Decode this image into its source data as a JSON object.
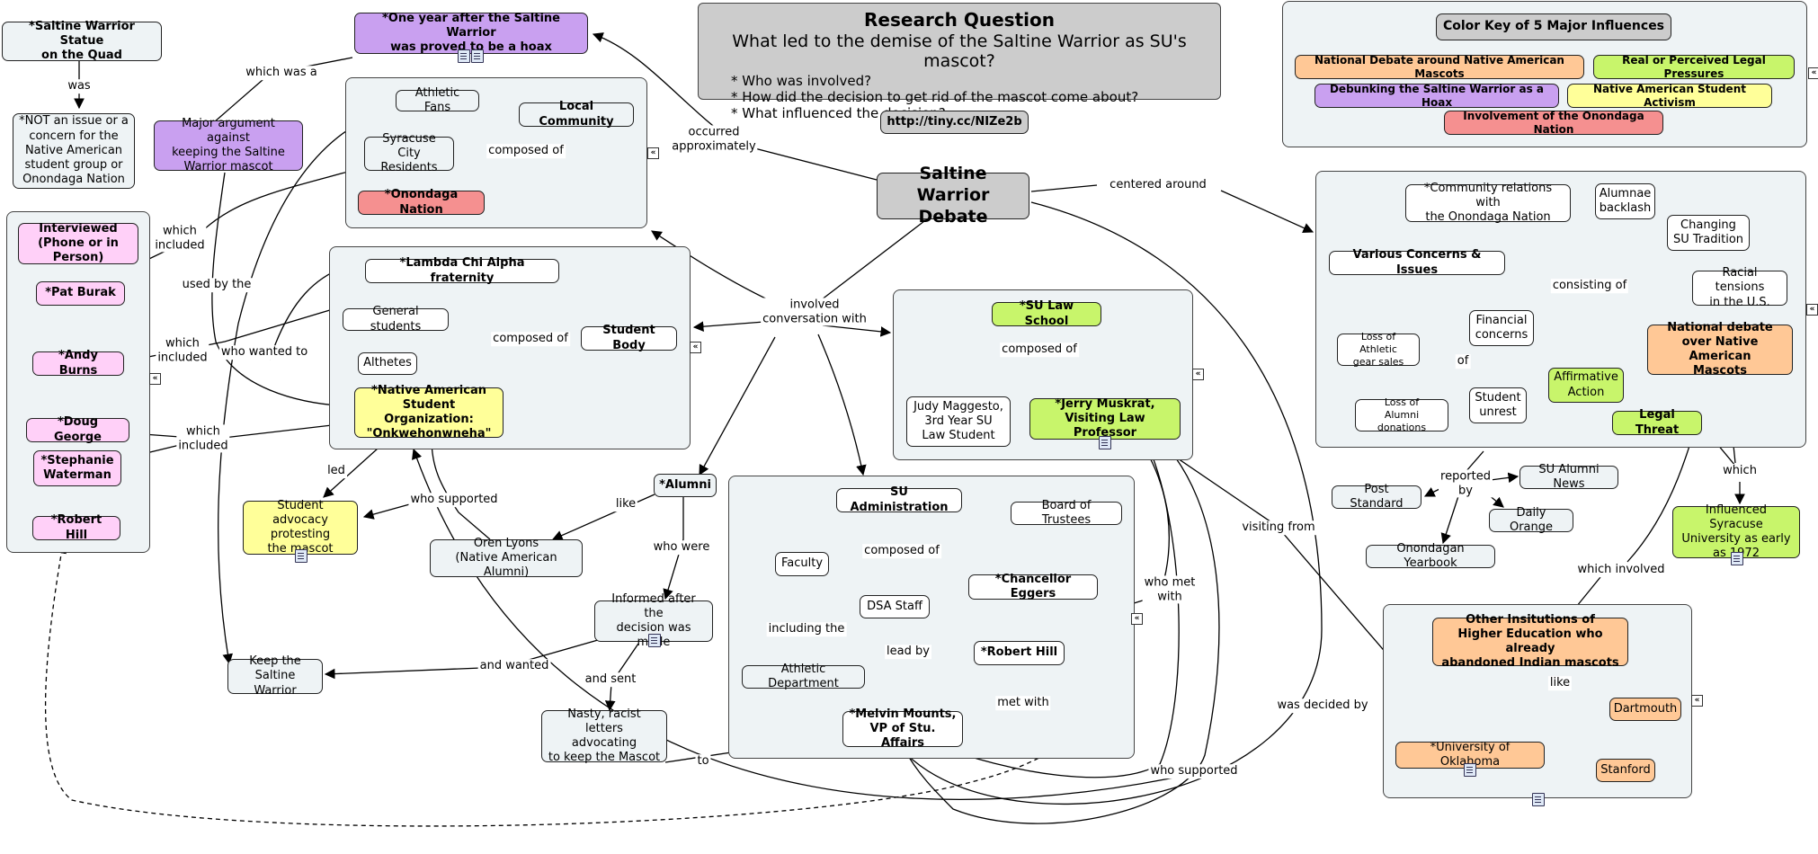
{
  "research_question": {
    "title": "Research Question",
    "question": "What led to the demise of the Saltine Warrior as SU's mascot?",
    "sub_questions": [
      "Who was involved?",
      "How did the decision to get rid of the mascot come about?",
      "What influenced the decision?"
    ]
  },
  "url": "http://tiny.cc/NIZe2b",
  "color_key": {
    "title": "Color Key of 5 Major Influences",
    "items": {
      "native_debate": "National Debate around Native American Mascots",
      "legal": "Real or Perceived Legal Pressures",
      "hoax": "Debunking the Saltine Warrior as a Hoax",
      "activism": "Native American Student Activism",
      "onondaga": "Involvement of the Onondaga Nation"
    },
    "colors": {
      "purple": "#c9a0f0",
      "yellow": "#ffff99",
      "green": "#c8f56b",
      "orange": "#ffc896",
      "red": "#f59090",
      "pink": "#ffd0f8"
    }
  },
  "nodes": {
    "central": "Saltine Warrior\nDebate",
    "statue": "*Saltine Warrior Statue\non the Quad",
    "not_issue": "*NOT an issue or a\nconcern for the\nNative American\nstudent group or\nOnondaga Nation",
    "hoax": "*One year after the Saltine Warrior\nwas proved to be a hoax",
    "major_arg": "Major argument against\nkeeping the Saltine\nWarrior mascot",
    "athletic_fans": "Athletic Fans",
    "local_community": "Local Community",
    "syracuse_residents": "Syracuse City\nResidents",
    "onondaga_nation": "*Onondaga Nation",
    "interviewed": "Interviewed\n(Phone or in Person)",
    "pat_burak": "*Pat Burak",
    "andy_burns": "*Andy Burns",
    "doug_george": "*Doug George",
    "stephanie": "*Stephanie\nWaterman",
    "robert_hill_left": "*Robert Hill",
    "lambda": "*Lambda Chi Alpha fraternity",
    "general_students": "General students",
    "student_body": "Student Body",
    "athletes": "Althetes",
    "naso": "*Native American\nStudent Organization:\n\"Onkwehonwneha\"",
    "advocacy": "Student advocacy\nprotesting\nthe mascot",
    "oren_lyons": "Oren Lyons\n(Native American Alumni)",
    "alumni": "*Alumni",
    "informed": "Informed after the\ndecision was made",
    "keep": "Keep the\nSaltine Warrior",
    "letters": "Nasty, racist letters\nadvocating\nto keep the Mascot",
    "su_law": "*SU Law School",
    "judy": "Judy Maggesto,\n3rd Year SU\nLaw Student",
    "jerry": "*Jerry Muskrat,\nVisiting Law Professor",
    "su_admin": "SU Administration",
    "board": "Board of Trustees",
    "faculty": "Faculty",
    "chancellor": "*Chancellor Eggers",
    "dsa": "DSA Staff",
    "robert_hill": "*Robert Hill",
    "athletic_dept": "Athletic Department",
    "melvin": "*Melvin Mounts,\nVP of Stu. Affairs",
    "various": "Various Concerns & Issues",
    "community_rel": "*Community relations with\nthe Onondaga Nation",
    "alumnae": "Alumnae\nbacklash",
    "tradition": "Changing\nSU Tradition",
    "racial": "Racial tensions\nin the U.S.",
    "financial": "Financial\nconcerns",
    "athletic_gear": "Loss of Athletic\ngear sales",
    "alumni_donations": "Loss of\nAlumni donations",
    "student_unrest": "Student\nunrest",
    "affirmative": "Affirmative\nAction",
    "national_debate": "National debate\nover Native American\nMascots",
    "legal_threat": "Legal Threat",
    "influenced": "Influenced Syracuse\nUniversity as early\nas 1972",
    "post_standard": "Post Standard",
    "alumni_news": "SU Alumni News",
    "daily_orange": "Daily Orange",
    "yearbook": "Onondagan Yearbook",
    "other_inst": "Other Insitutions of\nHigher Education who already\nabandoned Indian mascots",
    "dartmouth": "Dartmouth",
    "oklahoma": "*University of Oklahoma",
    "stanford": "Stanford"
  },
  "links": {
    "was": "was",
    "which_was_a": "which was a",
    "occurred": "occurred\napproximately",
    "composed_of_lc": "composed of",
    "which_included_1": "which\nincluded",
    "used_by": "used by the",
    "which_included_2": "which\nincluded",
    "who_wanted": "who wanted to",
    "composed_of_sb": "composed of",
    "which_included_3": "which\nincluded",
    "led": "led",
    "who_supported_1": "who supported",
    "involved": "involved\nconversation with",
    "like_1": "like",
    "who_were": "who were",
    "and_wanted": "and wanted",
    "and_sent": "and sent",
    "to": "to",
    "composed_of_law": "composed of",
    "composed_of_admin": "composed of",
    "including": "including the",
    "lead_by": "lead by",
    "met_with": "met with",
    "who_met_with": "who met\nwith",
    "visiting_from": "visiting from",
    "who_supported_2": "who supported",
    "was_decided": "was decided by",
    "centered": "centered around",
    "consisting": "consisting of",
    "of": "of",
    "reported_by": "reported\nby",
    "which": "which",
    "which_involved": "which involved",
    "like_2": "like"
  }
}
